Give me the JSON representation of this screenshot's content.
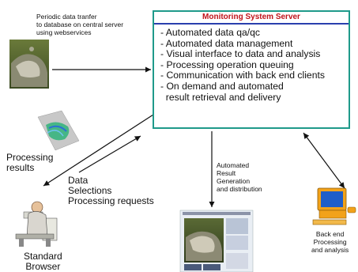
{
  "top_note": [
    "Periodic data tranfer",
    "to database on central server",
    "using webservices"
  ],
  "server": {
    "title": "Monitoring System Server",
    "items": [
      "- Automated data qa/qc",
      "- Automated data management",
      "- Visual interface to data and analysis",
      "- Processing operation queuing",
      "- Communication with back end clients",
      "- On demand and automated",
      "  result retrieval and delivery"
    ]
  },
  "processing_results": [
    "Processing",
    "results"
  ],
  "data_selections": [
    "Data",
    "Selections",
    "Processing requests"
  ],
  "automated_result": [
    "Automated",
    "Result",
    "Generation",
    "and distribution"
  ],
  "standard_browser": [
    "Standard",
    "Browser"
  ],
  "back_end": [
    "Back end",
    "Processing",
    "and analysis"
  ]
}
